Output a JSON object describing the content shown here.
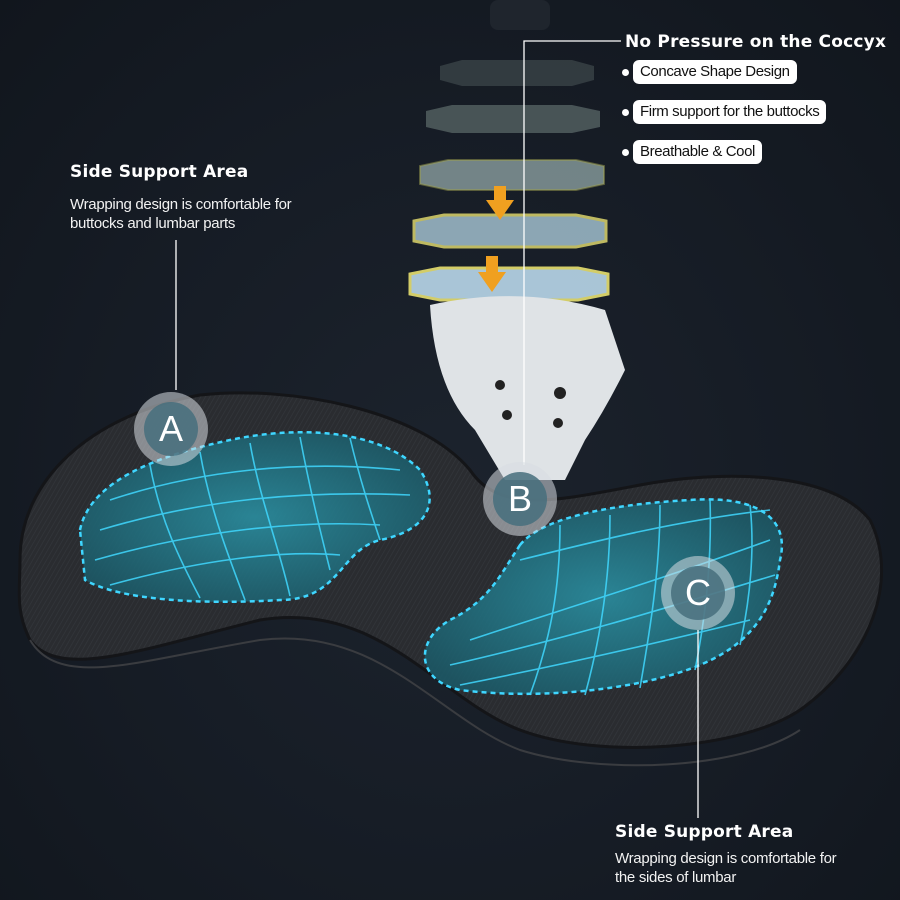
{
  "top_callout": {
    "title": "No Pressure on the Coccyx",
    "features": [
      {
        "label": "Concave Shape Design"
      },
      {
        "label": "Firm support for the buttocks"
      },
      {
        "label": "Breathable & Cool"
      }
    ]
  },
  "left_callout": {
    "title": "Side Support Area",
    "description_line1": "Wrapping design is comfortable for",
    "description_line2": "buttocks and lumbar parts"
  },
  "bottom_callout": {
    "title": "Side Support Area",
    "description_line1": "Wrapping design is comfortable for",
    "description_line2": "the sides of lumbar"
  },
  "markers": {
    "a": "A",
    "b": "B",
    "c": "C"
  },
  "colors": {
    "background": "#141a22",
    "cushion": "#26282c",
    "mesh_accent": "#2fd4ff",
    "zone_fill": "#1f6f80",
    "spine_highlight": "#e8e070",
    "arrow": "#f0a020"
  }
}
